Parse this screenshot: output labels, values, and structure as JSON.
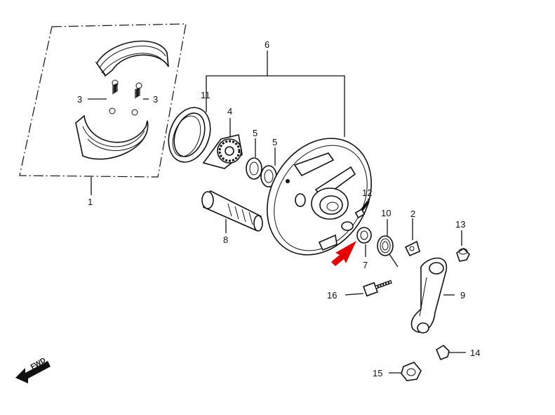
{
  "diagram": {
    "callouts": {
      "c1": "1",
      "c2": "2",
      "c3a": "3",
      "c3b": "3",
      "c4": "4",
      "c5a": "5",
      "c5b": "5",
      "c6": "6",
      "c7": "7",
      "c8": "8",
      "c9": "9",
      "c10": "10",
      "c11": "11",
      "c12": "12",
      "c13": "13",
      "c14": "14",
      "c15": "15",
      "c16": "16"
    },
    "direction_label": "FWD",
    "highlight_color": "#e60000"
  }
}
